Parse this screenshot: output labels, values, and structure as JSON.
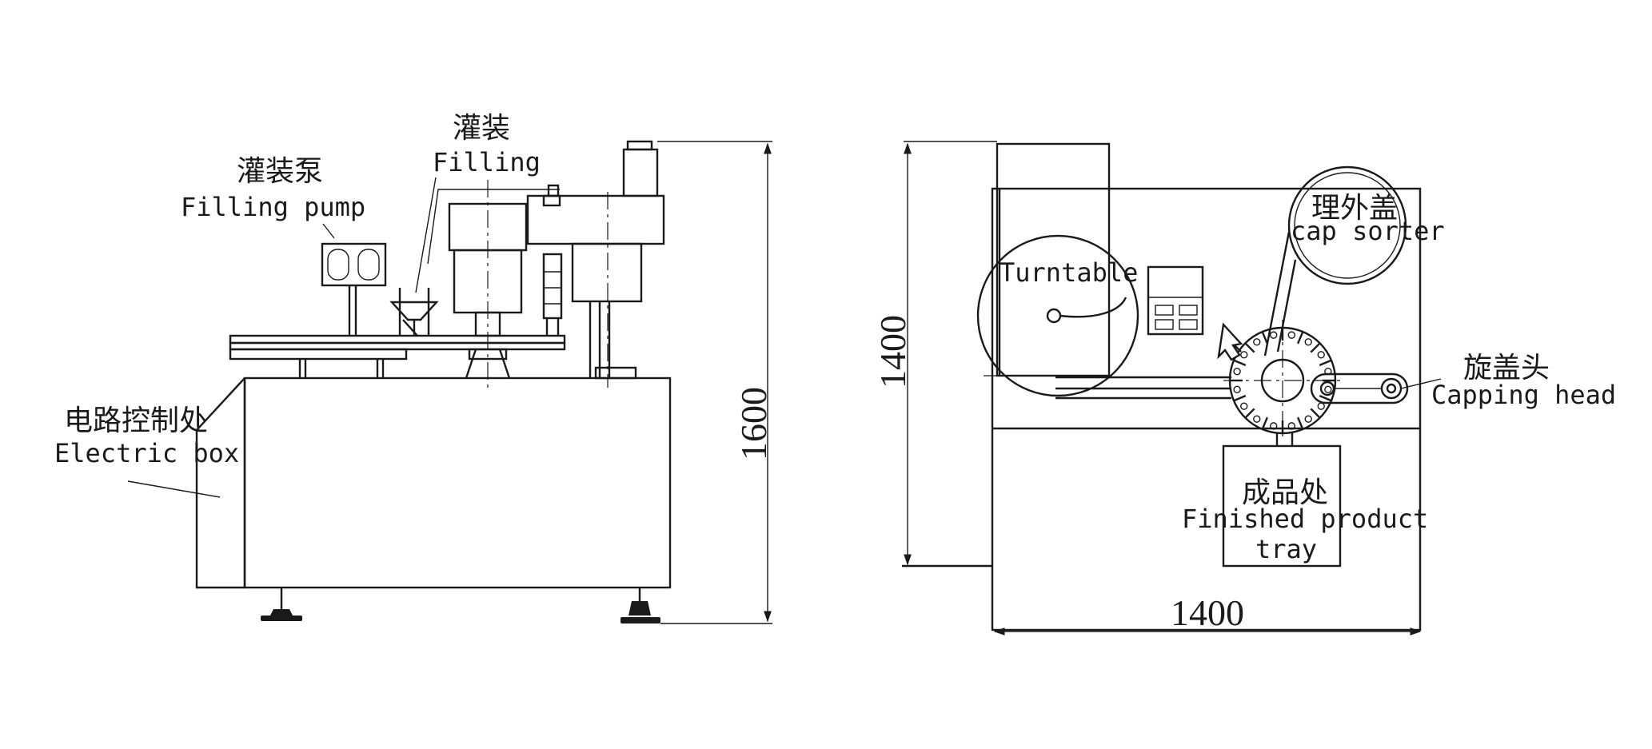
{
  "side_view": {
    "filling_pump": {
      "cn": "灌装泵",
      "en": "Filling pump"
    },
    "filling": {
      "cn": "灌装",
      "en": "Filling"
    },
    "electric_box": {
      "cn": "电路控制处",
      "en": "Electric box"
    },
    "height_dimension": "1600"
  },
  "top_view": {
    "turntable": {
      "en": "Turntable"
    },
    "cap_sorter": {
      "cn": "理外盖",
      "en": "cap sorter"
    },
    "capping_head": {
      "cn": "旋盖头",
      "en": "Capping head"
    },
    "finished_tray": {
      "cn": "成品处",
      "en_line1": "Finished product",
      "en_line2": "tray"
    },
    "depth_dimension": "1400",
    "width_dimension": "1400"
  },
  "colors": {
    "line": "#1a1a1a",
    "background": "#ffffff"
  }
}
